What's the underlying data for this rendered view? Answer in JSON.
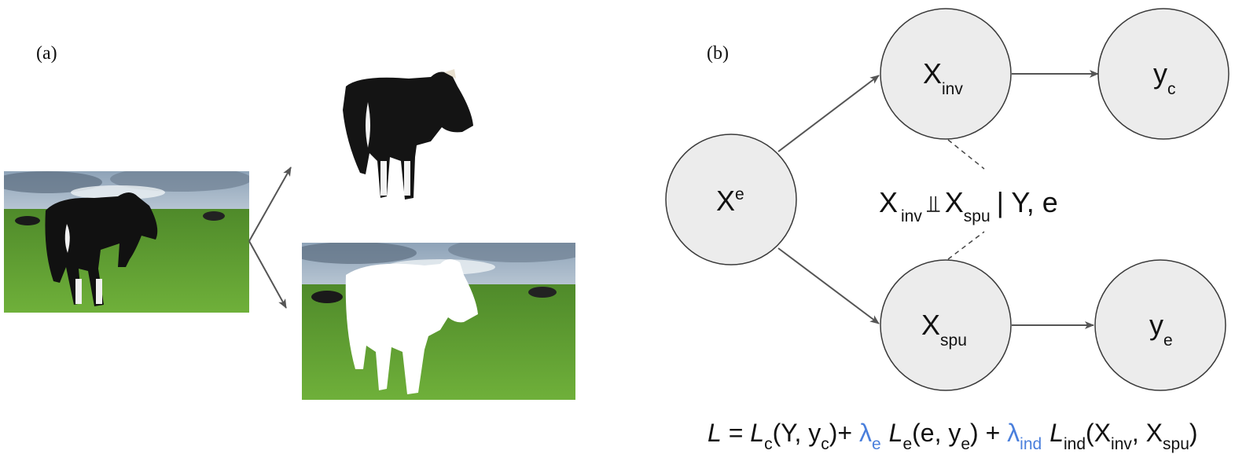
{
  "panel_a": {
    "label": "(a)"
  },
  "panel_b": {
    "label": "(b)"
  },
  "nodes": {
    "x_e": {
      "main": "X",
      "sup": "e"
    },
    "x_inv": {
      "main": "X",
      "sub": "inv"
    },
    "x_spu": {
      "main": "X",
      "sub": "spu"
    },
    "y_c": {
      "main": "y",
      "sub": "c"
    },
    "y_e": {
      "main": "y",
      "sub": "e"
    }
  },
  "independence": {
    "x1": "X",
    "x1_sub": "inv",
    "symbol": "⫫",
    "x2": "X",
    "x2_sub": "spu",
    "cond": "| Y, e"
  },
  "equation": {
    "L": "L",
    "eq": " = ",
    "Lc": "L",
    "Lc_sub": "c",
    "Lc_args_a": "(Y, y",
    "Lc_args_sub": "c",
    "Lc_args_b": ")+ ",
    "lam_e": "λ",
    "lam_e_sub": "e",
    "Le": "L",
    "Le_sub": "e",
    "Le_args_a": "(e, y",
    "Le_args_sub": "e",
    "Le_args_b": ") + ",
    "lam_ind": "λ",
    "lam_ind_sub": "ind",
    "Lind": "L",
    "Lind_sub": "ind",
    "Lind_args_a": "(X",
    "Lind_args_sub1": "inv",
    "Lind_args_mid": ", X",
    "Lind_args_sub2": "spu",
    "Lind_args_b": ")"
  },
  "colors": {
    "node_fill": "#ececec",
    "node_stroke": "#3a3a3a",
    "arrow": "#555555",
    "lambda": "#4a7fdc",
    "grass": "#5a9a2e",
    "sky": "#b9c9d8"
  },
  "icons": {
    "original_photo": "cow-in-field-photo",
    "foreground_photo": "cow-cutout-photo",
    "background_photo": "field-with-masked-cow-photo"
  }
}
